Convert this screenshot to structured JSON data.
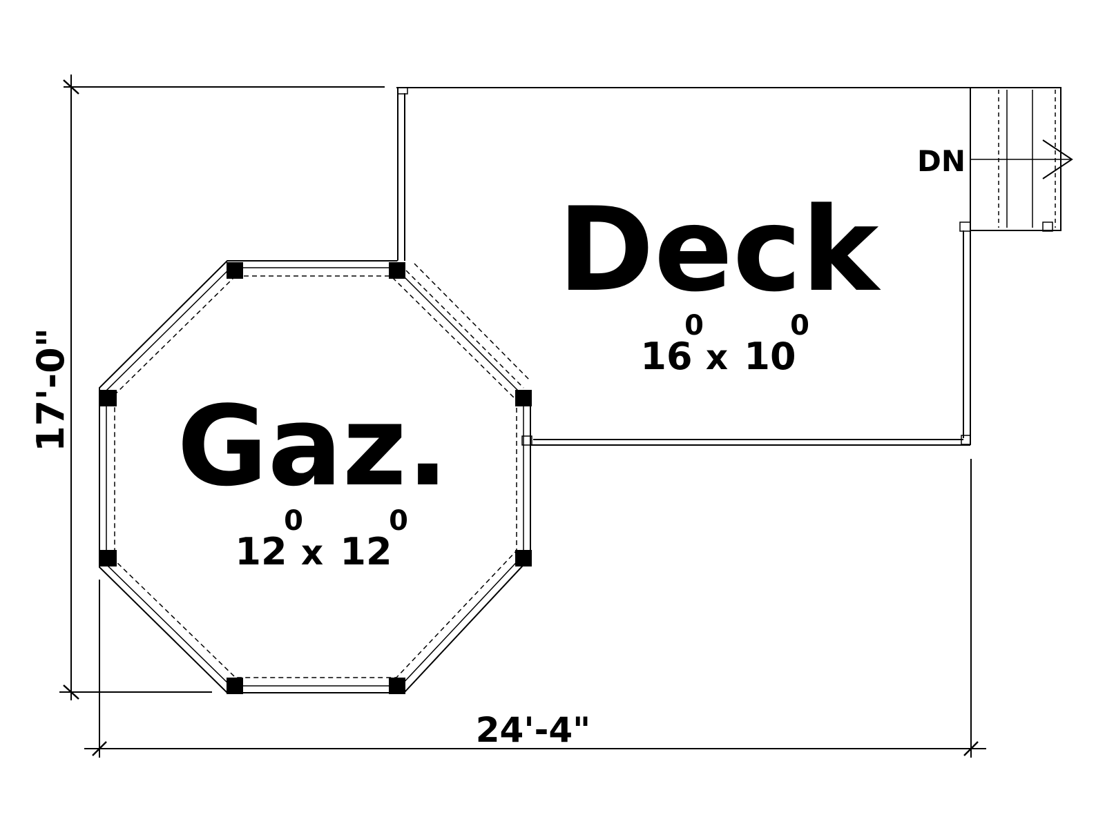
{
  "deck": {
    "name": "Deck",
    "width": "16",
    "width_sup": "0",
    "separator": "x",
    "depth": "10",
    "depth_sup": "0"
  },
  "gazebo": {
    "name": "Gaz.",
    "width": "12",
    "width_sup": "0",
    "separator": "x",
    "depth": "12",
    "depth_sup": "0"
  },
  "stairs": {
    "label": "DN"
  },
  "dimensions": {
    "overall_depth": "17'-0\"",
    "overall_width": "24'-4\""
  }
}
